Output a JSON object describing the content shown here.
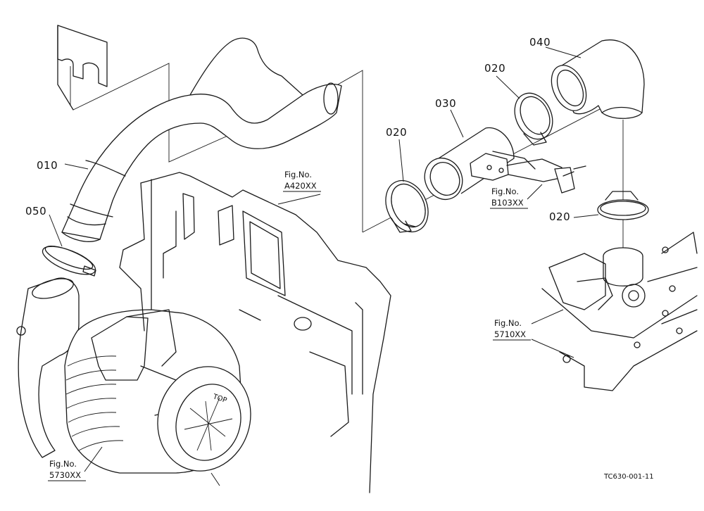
{
  "parts": [
    {
      "id": "p010",
      "number": "010"
    },
    {
      "id": "p020a",
      "number": "020"
    },
    {
      "id": "p020b",
      "number": "020"
    },
    {
      "id": "p020c",
      "number": "020"
    },
    {
      "id": "p030",
      "number": "030"
    },
    {
      "id": "p040",
      "number": "040"
    },
    {
      "id": "p050",
      "number": "050"
    }
  ],
  "figure_refs": [
    {
      "prefix": "Fig.No.",
      "code": "A420XX"
    },
    {
      "prefix": "Fig.No.",
      "code": "B103XX"
    },
    {
      "prefix": "Fig.No.",
      "code": "5710XX"
    },
    {
      "prefix": "Fig.No.",
      "code": "5730XX"
    }
  ],
  "filter_cap_text": "TOP",
  "diagram_code": "TC630-001-11"
}
